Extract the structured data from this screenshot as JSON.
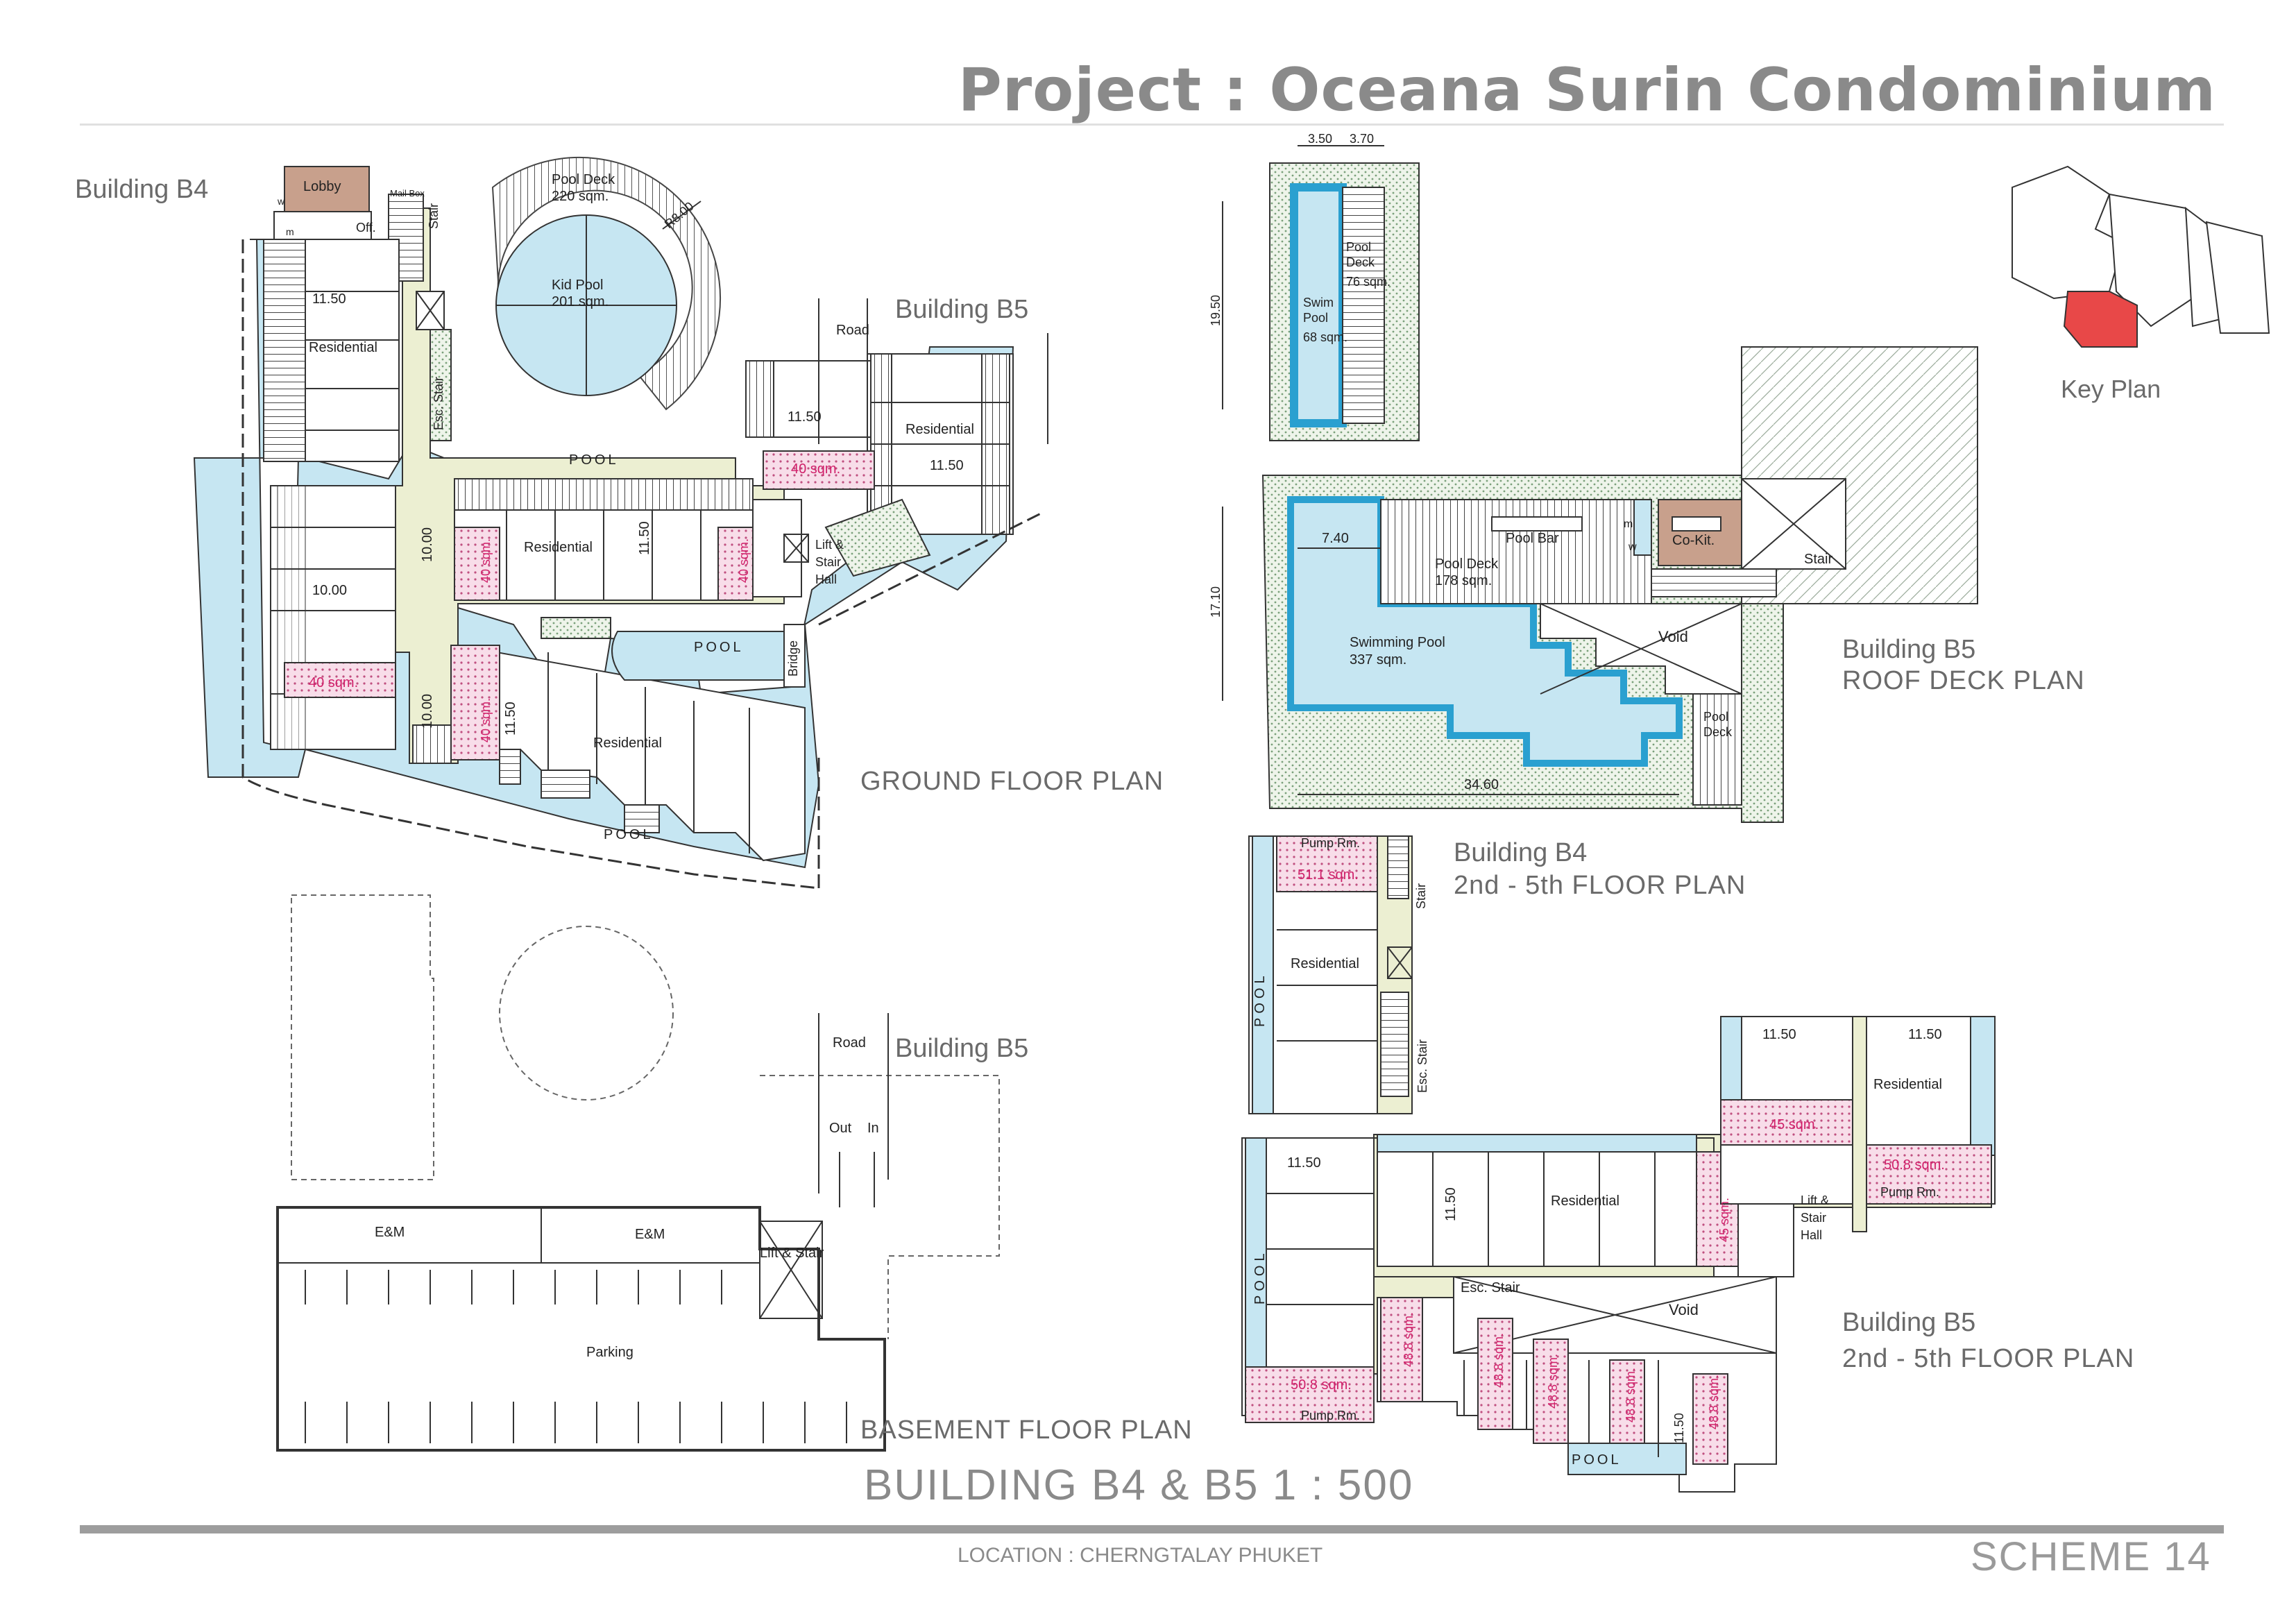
{
  "header": {
    "title": "Project  :  Oceana Surin Condominium"
  },
  "labels": {
    "building_b4": "Building B4",
    "building_b5": "Building B5",
    "ground_floor_plan": "GROUND FLOOR PLAN",
    "basement_floor_plan": "BASEMENT FLOOR PLAN",
    "roof_deck_building": "Building B5",
    "roof_deck_plan": "ROOF DECK PLAN",
    "b4_upper_building": "Building B4",
    "b4_upper_plan": "2nd - 5th FLOOR PLAN",
    "b5_upper_building": "Building B5",
    "b5_upper_plan": "2nd - 5th FLOOR PLAN",
    "key_plan": "Key Plan"
  },
  "rooms": {
    "lobby": "Lobby",
    "off": "Off.",
    "stair": "Stair",
    "mail_box": "Mail Box",
    "w": "w",
    "m": "m",
    "esc_stair": "Esc. Stair",
    "pool_deck_ground": "Pool Deck",
    "pool_deck_ground_area": "220 sqm.",
    "kid_pool": "Kid Pool",
    "kid_pool_area": "201 sqm.",
    "radius": "R8.00",
    "residential": "Residential",
    "road": "Road",
    "pool": "POOL",
    "lift_stair_hall_1": "Lift &",
    "lift_stair_hall_2": "Stair",
    "lift_stair_hall_3": "Hall",
    "bridge": "Bridge",
    "area_40": "40 sqm.",
    "area_45": "45 sqm.",
    "area_51": "51.1 sqm.",
    "area_50": "50.8 sqm.",
    "area_48": "48.8 sqm.",
    "swim_pool": "Swim Pool",
    "swim_pool_area": "68 sqm.",
    "pool_deck_small": "Pool Deck",
    "pool_deck_small_area": "76 sqm.",
    "pool_bar": "Pool Bar",
    "co_kit": "Co-Kit.",
    "pool_deck_roof": "Pool Deck",
    "pool_deck_roof_area": "178 sqm.",
    "swimming_pool": "Swimming Pool",
    "swimming_pool_area": "337 sqm.",
    "void": "Void",
    "pump_rm": "Pump Rm.",
    "em": "E&M",
    "lift_stair": "Lift & Stair",
    "parking": "Parking",
    "out": "Out",
    "in": "In"
  },
  "dimensions": {
    "d_11_50": "11.50",
    "d_10_00": "10.00",
    "d_7_40": "7.40",
    "d_17_10": "17.10",
    "d_19_50": "19.50",
    "d_34_60": "34.60",
    "d_3_50": "3.50",
    "d_3_70": "3.70"
  },
  "footer": {
    "scale": "BUILDING B4 & B5  1  :  500",
    "location": "LOCATION  :  CHERNGTALAY PHUKET",
    "scheme": "SCHEME 14"
  },
  "colors": {
    "water": "#c6e6f2",
    "deck": "#f2f2d4",
    "area_hatch": "#f4cfe0",
    "lobby": "#c8a08c",
    "key_red": "#e84848",
    "grass": "#e4eee0"
  }
}
